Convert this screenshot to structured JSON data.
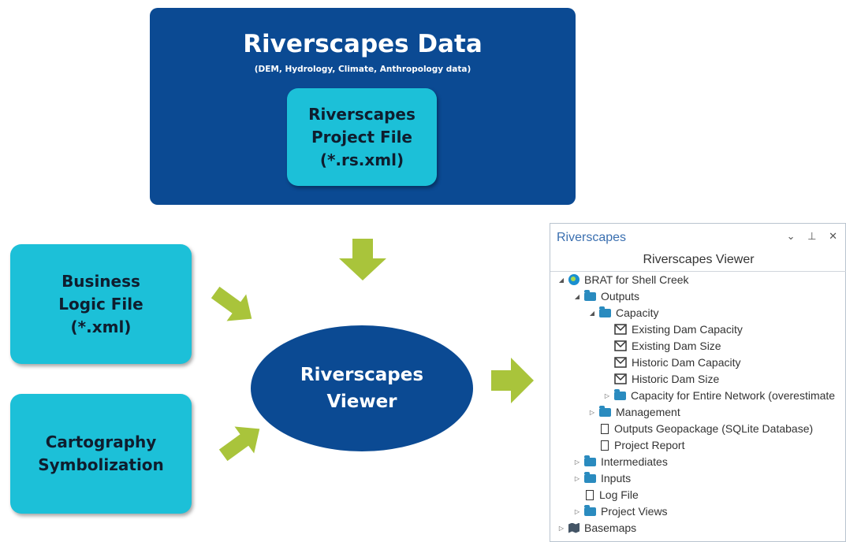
{
  "data_panel": {
    "title": "Riverscapes Data",
    "subtitle": "(DEM, Hydrology, Climate, Anthropology data)",
    "project_file": "Riverscapes\nProject File\n(*.rs.xml)"
  },
  "business_logic": "Business\nLogic File\n(*.xml)",
  "cartography": "Cartography\nSymbolization",
  "viewer": "Riverscapes\nViewer",
  "panel": {
    "title": "Riverscapes",
    "controls": "⌄ ⊥ ✕",
    "subtitle": "Riverscapes Viewer",
    "tree": [
      {
        "label": "BRAT for Shell Creek",
        "icon": "globe-icon",
        "toggle": "expanded"
      },
      {
        "label": "Outputs",
        "icon": "folder-icon",
        "toggle": "expanded"
      },
      {
        "label": "Capacity",
        "icon": "folder-icon",
        "toggle": "expanded"
      },
      {
        "label": "Existing Dam Capacity",
        "icon": "line-layer-icon",
        "toggle": "none"
      },
      {
        "label": "Existing Dam Size",
        "icon": "line-layer-icon",
        "toggle": "none"
      },
      {
        "label": "Historic Dam Capacity",
        "icon": "line-layer-icon",
        "toggle": "none"
      },
      {
        "label": "Historic Dam Size",
        "icon": "line-layer-icon",
        "toggle": "none"
      },
      {
        "label": "Capacity for Entire Network (overestimate",
        "icon": "folder-icon",
        "toggle": "collapsed"
      },
      {
        "label": "Management",
        "icon": "folder-icon",
        "toggle": "collapsed"
      },
      {
        "label": "Outputs Geopackage (SQLite Database)",
        "icon": "file-icon",
        "toggle": "none"
      },
      {
        "label": "Project Report",
        "icon": "file-icon",
        "toggle": "none"
      },
      {
        "label": "Intermediates",
        "icon": "folder-icon",
        "toggle": "collapsed"
      },
      {
        "label": "Inputs",
        "icon": "folder-icon",
        "toggle": "collapsed"
      },
      {
        "label": "Log File",
        "icon": "file-icon",
        "toggle": "none"
      },
      {
        "label": "Project Views",
        "icon": "folder-icon",
        "toggle": "collapsed"
      },
      {
        "label": "Basemaps",
        "icon": "map-icon",
        "toggle": "collapsed"
      }
    ]
  },
  "colors": {
    "dark_blue": "#0b4a93",
    "cyan": "#1cc0d8",
    "arrow_green": "#a9c43b",
    "panel_title": "#3a6fb0",
    "folder": "#2a8bbf"
  }
}
